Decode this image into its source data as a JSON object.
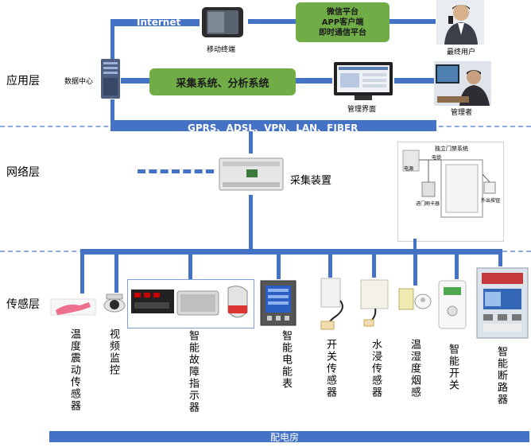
{
  "layers": {
    "application": "应用层",
    "network": "网络层",
    "sensing": "传感层"
  },
  "internet_label": "Internet",
  "platform_box": {
    "line1": "微信平台",
    "line2": "APP客户端",
    "line3": "即时通信平台"
  },
  "collect_box": "采集系统、分析系统",
  "network_bar": "GPRS、ADSL、VPN、LAN、FIBER",
  "captions": {
    "mobile": "移动终端",
    "end_user": "最终用户",
    "data_center": "数据中心",
    "mgmt_ui": "管理界面",
    "manager": "管理者",
    "collector": "采集装置"
  },
  "access_control": {
    "title": "独立门禁系统",
    "power": "电源",
    "lock": "电锁",
    "door_reader": "进门刷卡器",
    "exit_button": "外出按钮"
  },
  "devices": [
    "温度震动传感器",
    "视频监控",
    "智能故障指示器",
    "智能电能表",
    "开关传感器",
    "水浸传感器",
    "温湿度烟感",
    "智能开关",
    "智能断路器"
  ],
  "bottom_bar": "配电房",
  "colors": {
    "bar": "#4472c4",
    "green": "#70ad47",
    "dashed": "#8faadc"
  }
}
